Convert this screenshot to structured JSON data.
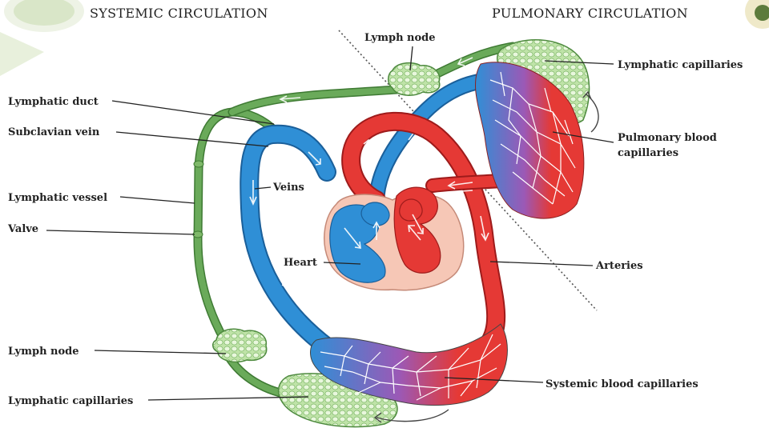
{
  "headers": {
    "systemic": "SYSTEMIC CIRCULATION",
    "pulmonary": "PULMONARY CIRCULATION"
  },
  "labels": {
    "lymph_node_top": "Lymph node",
    "lymphatic_capillaries_top": "Lymphatic capillaries",
    "lymphatic_duct": "Lymphatic duct",
    "subclavian_vein": "Subclavian vein",
    "pulmonary_blood_capillaries_1": "Pulmonary blood",
    "pulmonary_blood_capillaries_2": "capillaries",
    "veins": "Veins",
    "lymphatic_vessel": "Lymphatic vessel",
    "valve": "Valve",
    "heart": "Heart",
    "arteries": "Arteries",
    "lymph_node_bottom": "Lymph node",
    "systemic_blood_capillaries": "Systemic blood capillaries",
    "lymphatic_capillaries_bottom": "Lymphatic capillaries"
  },
  "colors": {
    "deoxygenated": "#2f8fd6",
    "oxygenated": "#e53935",
    "lymph": "#6aaa5a",
    "capillary_mix": "#9b59b6",
    "heart_sac": "#f6c7b6"
  }
}
